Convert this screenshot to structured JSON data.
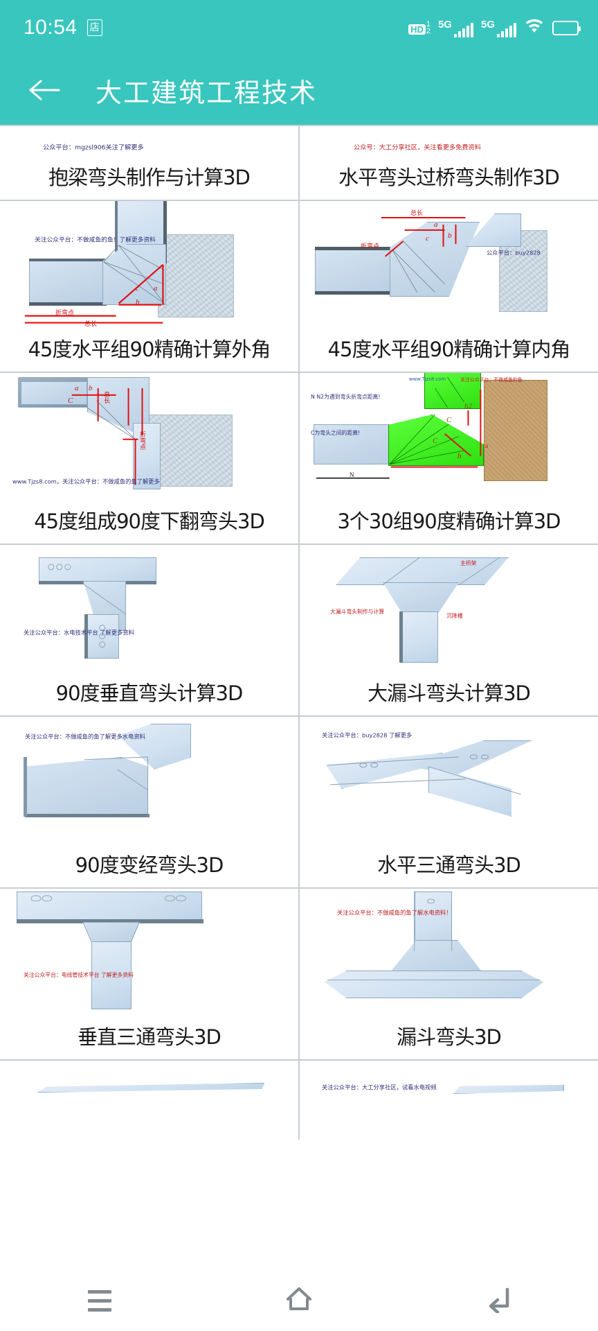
{
  "theme": {
    "accent": "#38c6be",
    "divider": "#c8cdd2",
    "title_color": "#1a1a1a"
  },
  "status_bar": {
    "time": "10:54",
    "store_badge": "店",
    "hd_label": "HD",
    "sim1": "1",
    "sim2": "2",
    "network_1": "5G",
    "network_2": "5G",
    "wifi_icon": "wifi-icon",
    "battery_icon": "battery-icon"
  },
  "app_bar": {
    "back_icon": "back-arrow-icon",
    "title": "大工建筑工程技术"
  },
  "grid": {
    "columns": 2,
    "items": [
      {
        "title": "抱梁弯头制作与计算3D",
        "watermark": "公众平台：mgzsl906关注了解更多",
        "clipped_top": true
      },
      {
        "title": "水平弯头过桥弯头制作3D",
        "watermark": "公众号：大工分享社区，关注看更多免费资料",
        "clipped_top": true
      },
      {
        "title": "45度水平组90精确计算外角",
        "watermark": "关注公众平台：不做咸鱼的鱼！了解更多资料",
        "labels": [
          "a",
          "b",
          "c",
          "折弯点",
          "总长"
        ]
      },
      {
        "title": "45度水平组90精确计算内角",
        "watermark": "公众平台：buy2828",
        "labels": [
          "总长",
          "a",
          "b",
          "c",
          "折弯点"
        ]
      },
      {
        "title": "45度组成90度下翻弯头3D",
        "watermark": "www.Tjzs8.com，关注公众平台：不做咸鱼的鱼了解更多",
        "labels": [
          "a",
          "b",
          "c",
          "总长",
          "折弯点"
        ]
      },
      {
        "title": "3个30组90度精确计算3D",
        "watermark": "www.Tjzs8.com  关注公众平台：不做咸鱼的鱼",
        "labels": [
          "N  N2为遇到弯头折弯点距离!",
          "C为弯头之间的距离!",
          "h2",
          "C",
          "C",
          "b",
          "N",
          "a"
        ]
      },
      {
        "title": "90度垂直弯头计算3D",
        "watermark": "关注公众平台：水电技术平台 了解更多资料"
      },
      {
        "title": "大漏斗弯头计算3D",
        "watermark": "大漏斗弯头制作与计算",
        "labels": [
          "主桥架",
          "沉降槽"
        ]
      },
      {
        "title": "90度变经弯头3D",
        "watermark": "关注公众平台：不做咸鱼的鱼了解更多水电资料"
      },
      {
        "title": "水平三通弯头3D",
        "watermark": "关注公众平台：buy2828 了解更多"
      },
      {
        "title": "垂直三通弯头3D",
        "watermark": "关注公众平台：电线管技术平台 了解更多资料"
      },
      {
        "title": "漏斗弯头3D",
        "watermark": "关注公众平台：不做咸鱼的鱼了解水电资料！"
      },
      {
        "title": "",
        "watermark": "",
        "clipped_bottom": true
      },
      {
        "title": "",
        "watermark": "关注公众平台：大工分享社区，试看水电视频",
        "clipped_bottom": true
      }
    ]
  },
  "nav_bar": {
    "recents_icon": "menu-icon",
    "home_icon": "home-icon",
    "back_icon": "back-icon"
  }
}
